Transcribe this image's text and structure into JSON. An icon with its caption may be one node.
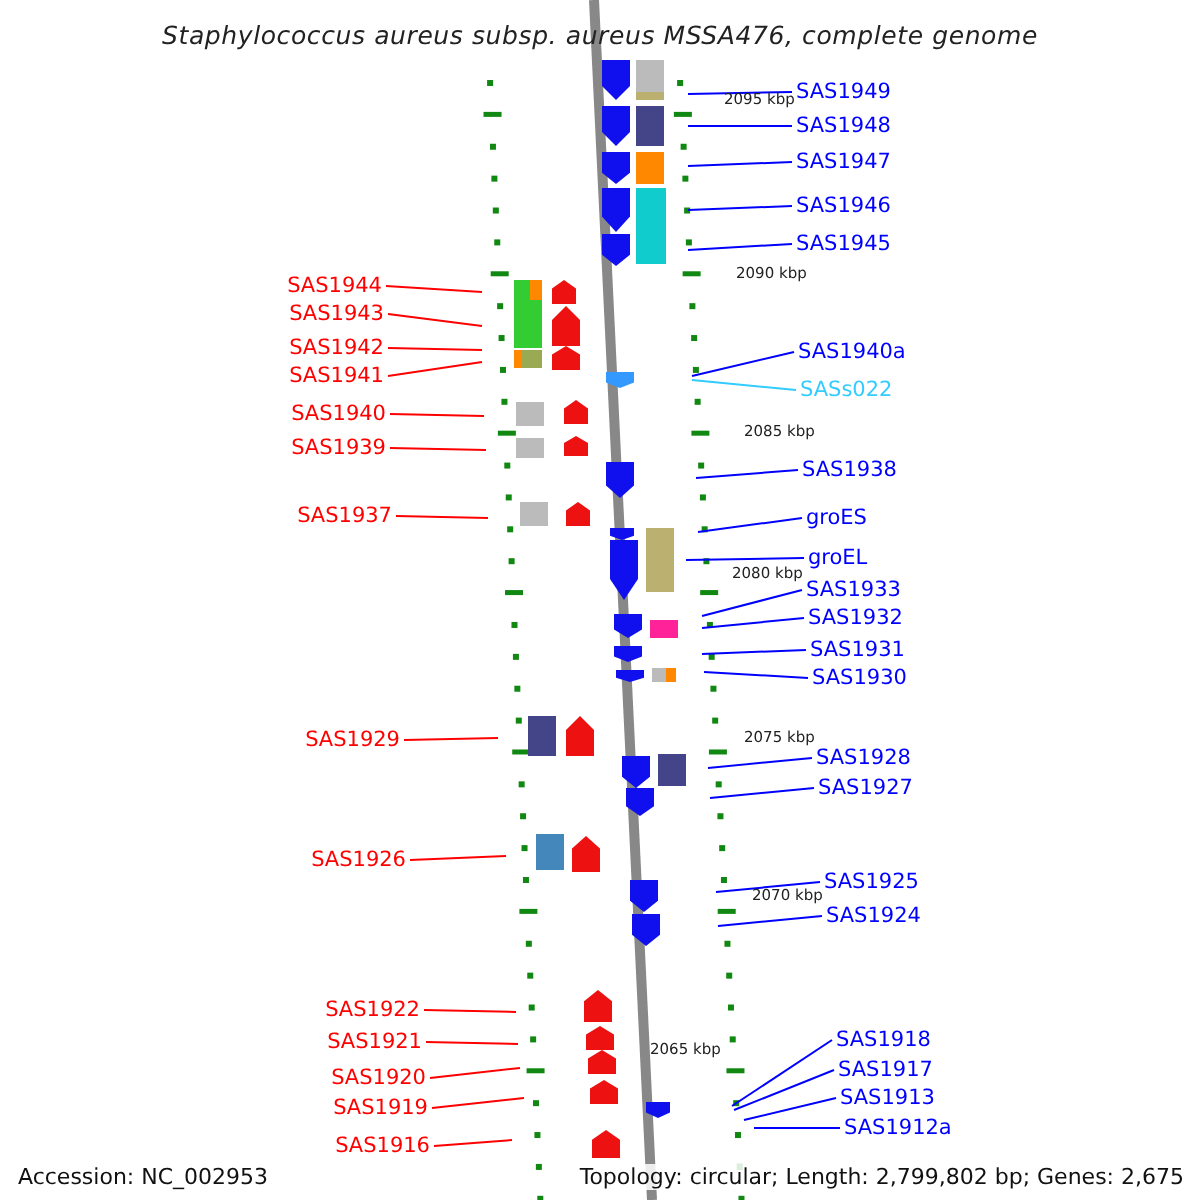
{
  "diagram": {
    "title": "Staphylococcus aureus subsp. aureus MSSA476, complete genome",
    "nodes": [
      {
        "text": [
          "SAS1949"
        ]
      },
      {
        "text": [
          "SAS1948"
        ]
      },
      {
        "text": [
          "SAS1947"
        ]
      },
      {
        "text": [
          "SAS1946"
        ]
      },
      {
        "text": [
          "SAS1945"
        ]
      },
      {
        "text": [
          "SAS1944"
        ]
      },
      {
        "text": [
          "SAS1943"
        ]
      },
      {
        "text": [
          "SAS1942"
        ]
      },
      {
        "text": [
          "SAS1940a"
        ]
      },
      {
        "text": [
          "SAS1941"
        ]
      },
      {
        "text": [
          "SASs022"
        ]
      },
      {
        "text": [
          "SAS1940"
        ]
      },
      {
        "text": [
          "SAS1939"
        ]
      },
      {
        "text": [
          "SAS1938"
        ]
      },
      {
        "text": [
          "SAS1937"
        ]
      },
      {
        "text": [
          "groES"
        ]
      },
      {
        "text": [
          "groEL"
        ]
      },
      {
        "text": [
          "SAS1933"
        ]
      },
      {
        "text": [
          "SAS1932"
        ]
      },
      {
        "text": [
          "SAS1931"
        ]
      },
      {
        "text": [
          "SAS1930"
        ]
      },
      {
        "text": [
          "SAS1929"
        ]
      },
      {
        "text": [
          "SAS1928"
        ]
      },
      {
        "text": [
          "SAS1927"
        ]
      },
      {
        "text": [
          "SAS1926"
        ]
      },
      {
        "text": [
          "SAS1925"
        ]
      },
      {
        "text": [
          "SAS1924"
        ]
      },
      {
        "text": [
          "SAS1922"
        ]
      },
      {
        "text": [
          "SAS1918"
        ]
      },
      {
        "text": [
          "SAS1921"
        ]
      },
      {
        "text": [
          "SAS1917"
        ]
      },
      {
        "text": [
          "SAS1920"
        ]
      },
      {
        "text": [
          "SAS1913"
        ]
      },
      {
        "text": [
          "SAS1919"
        ]
      },
      {
        "text": [
          "SAS1912a"
        ]
      },
      {
        "text": [
          "SAS1916"
        ]
      }
    ],
    "edges": [
      {
        "from": 0,
        "to": null,
        "arrow": "none"
      },
      {
        "from": 1,
        "to": null,
        "arrow": "none"
      },
      {
        "from": 2,
        "to": null,
        "arrow": "none"
      },
      {
        "from": 3,
        "to": null,
        "arrow": "none"
      },
      {
        "from": 4,
        "to": null,
        "arrow": "none"
      },
      {
        "from": 5,
        "to": null,
        "arrow": "none",
        "color": "#ff0000"
      },
      {
        "from": 6,
        "to": null,
        "arrow": "none",
        "color": "#ff0000"
      },
      {
        "from": 7,
        "to": null,
        "arrow": "none",
        "color": "#ff0000"
      },
      {
        "from": 8,
        "to": null,
        "arrow": "none"
      },
      {
        "from": 9,
        "to": null,
        "arrow": "none",
        "color": "#ff0000"
      },
      {
        "from": 10,
        "to": null,
        "arrow": "none",
        "color": "#33ccff"
      },
      {
        "from": 11,
        "to": null,
        "arrow": "none",
        "color": "#ff0000"
      },
      {
        "from": 12,
        "to": null,
        "arrow": "none",
        "color": "#ff0000"
      },
      {
        "from": 13,
        "to": null,
        "arrow": "none"
      },
      {
        "from": 14,
        "to": null,
        "arrow": "none",
        "color": "#ff0000"
      },
      {
        "from": 15,
        "to": null,
        "arrow": "none"
      },
      {
        "from": 16,
        "to": null,
        "arrow": "none"
      },
      {
        "from": 17,
        "to": null,
        "arrow": "none"
      },
      {
        "from": 18,
        "to": null,
        "arrow": "none"
      },
      {
        "from": 19,
        "to": null,
        "arrow": "none"
      },
      {
        "from": 20,
        "to": null,
        "arrow": "none"
      },
      {
        "from": 21,
        "to": null,
        "arrow": "none",
        "color": "#ff0000"
      },
      {
        "from": 22,
        "to": null,
        "arrow": "none"
      },
      {
        "from": 23,
        "to": null,
        "arrow": "none"
      },
      {
        "from": 24,
        "to": null,
        "arrow": "none",
        "color": "#ff0000"
      },
      {
        "from": 25,
        "to": null,
        "arrow": "none"
      },
      {
        "from": 26,
        "to": null,
        "arrow": "none"
      },
      {
        "from": 27,
        "to": null,
        "arrow": "none",
        "color": "#ff0000"
      },
      {
        "from": 28,
        "to": null,
        "arrow": "none"
      },
      {
        "from": 29,
        "to": null,
        "arrow": "none",
        "color": "#ff0000"
      },
      {
        "from": 30,
        "to": null,
        "arrow": "none"
      },
      {
        "from": 31,
        "to": null,
        "arrow": "none",
        "color": "#ff0000"
      },
      {
        "from": 32,
        "to": null,
        "arrow": "none"
      },
      {
        "from": 33,
        "to": null,
        "arrow": "none",
        "color": "#ff0000"
      },
      {
        "from": 34,
        "to": null,
        "arrow": "none"
      },
      {
        "from": 35,
        "to": null,
        "arrow": "none",
        "color": "#ff0000"
      }
    ],
    "labels": [
      "2095 kbp",
      "2090 kbp",
      "2085 kbp",
      "2080 kbp",
      "2075 kbp",
      "2070 kbp",
      "2065 kbp",
      "Accession: NC_002953",
      "Topology: circular; Length: 2,799,802 bp; Genes: 2,675"
    ]
  }
}
